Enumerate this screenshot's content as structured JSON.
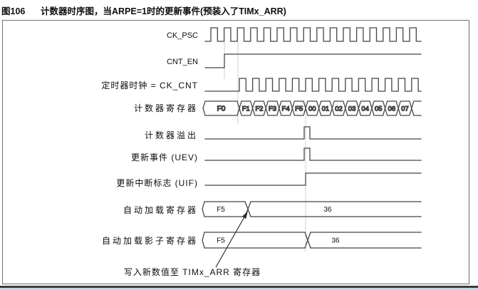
{
  "title": {
    "figure_label": "图106",
    "text": "计数器时序图，当ARPE=1时的更新事件(预装入了TIMx_ARR)"
  },
  "signals": [
    {
      "id": "ck_psc",
      "label": "CK_PSC",
      "type": "clock"
    },
    {
      "id": "cnt_en",
      "label": "CNT_EN",
      "type": "step",
      "edge": "rises then stays high"
    },
    {
      "id": "ck_cnt",
      "label": "定时器时钟 = CK_CNT",
      "type": "clock",
      "note": "starts after CNT_EN high"
    },
    {
      "id": "counter",
      "label": "计数器寄存器",
      "type": "bus",
      "values": [
        "F0",
        "F1",
        "F2",
        "F3",
        "F4",
        "F5",
        "00",
        "01",
        "02",
        "03",
        "04",
        "05",
        "06",
        "07"
      ]
    },
    {
      "id": "overflow",
      "label": "计数器溢出",
      "type": "pulse",
      "at": "F5→00 rollover"
    },
    {
      "id": "uev",
      "label": "更新事件 (UEV)",
      "type": "pulse",
      "at": "F5→00 rollover"
    },
    {
      "id": "uif",
      "label": "更新中断标志 (UIF)",
      "type": "step",
      "at": "F5→00 rollover"
    },
    {
      "id": "arr",
      "label": "自动加载寄存器",
      "type": "bus",
      "values": [
        "F5",
        "36"
      ]
    },
    {
      "id": "arr_shadow",
      "label": "自动加载影子寄存器",
      "type": "bus",
      "values": [
        "F5",
        "36"
      ]
    }
  ],
  "annotation": {
    "text": "写入新数值至 TIMx_ARR 寄存器"
  },
  "colors": {
    "wave_line": "#454545",
    "reference_line": "#d2d2d2",
    "text": "#0d0d0d",
    "box_border": "#6e6e6e",
    "bottom_rule": "#3d3d3d",
    "bottom_strip": "#ccd6df",
    "background": "#ffffff"
  }
}
